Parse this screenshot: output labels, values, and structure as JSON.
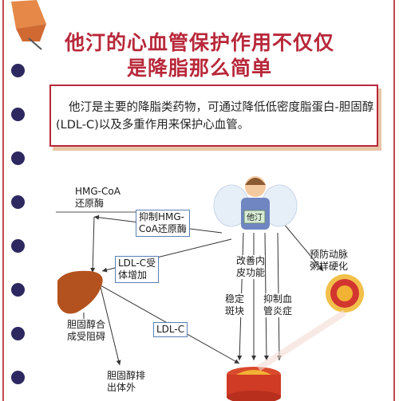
{
  "title": {
    "line1": "他汀的心血管保护作用不仅仅",
    "line2": "是降脂那么简单"
  },
  "intro": "他汀是主要的降脂类药物，可通过降低低密度脂蛋白-胆固醇(LDL-C)以及多重作用来保护心血管。",
  "diagram": {
    "hmg_enzyme": "HMG-CoA\n还原酶",
    "inhibit_hmg": "抑制HMG-\nCoA还原酶",
    "ldl_receptor_increase": "LDL-C受\n体增加",
    "liver_receptor_block": "胆固醇合\n成受阻碍",
    "ldl_c": "LDL-C",
    "cholesterol_excretion": "胆固醇排\n出体外",
    "improve_endothelium": "改善内\n皮功能",
    "stabilize_plaque": "稳定\n斑块",
    "inhibit_inflammation": "抑制血\n管炎症",
    "prevent_atherosclerosis": "预防动脉\n粥样硬化",
    "statin_label": "他汀"
  },
  "colors": {
    "title_red": "#b8283a",
    "border_red": "#c04a4f",
    "dot_navy": "#2d2860",
    "box_blue": "#5a7fb6",
    "liver": "#b3521e",
    "pin": "#e0703a"
  }
}
